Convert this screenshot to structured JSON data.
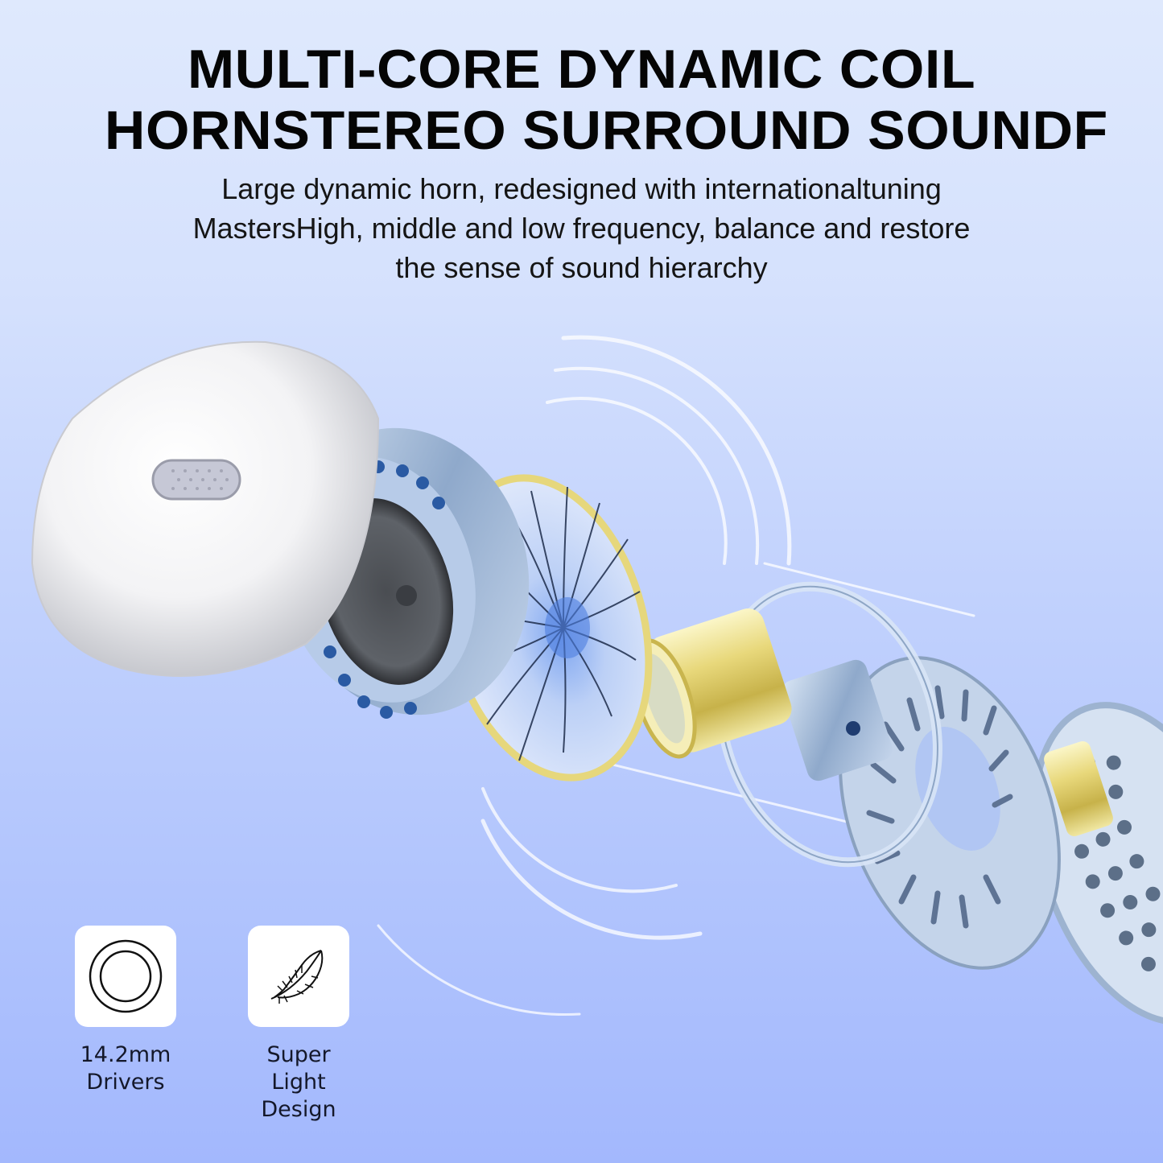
{
  "headline": {
    "line1": "MULTI-CORE DYNAMIC COIL",
    "line2": "HORNSTEREO SURROUND SOUNDF"
  },
  "subtext": {
    "line1": "Large dynamic horn, redesigned with internationaltuning",
    "line2": "MastersHigh, middle and low frequency, balance and restore",
    "line3": "the sense of sound hierarchy"
  },
  "illustration": {
    "subject": "exploded view of earbud driver components",
    "components": [
      "earbud-shell",
      "driver-housing",
      "diaphragm",
      "voice-coil-cylinder",
      "spacer-ring",
      "magnet-plate",
      "rear-grille"
    ],
    "colors": {
      "bg_top": "#dfe9fd",
      "bg_bottom": "#a3b8fd",
      "metal": "#9fb9d8",
      "gold": "#e6d780",
      "shell": "#f4f4f6"
    }
  },
  "features": [
    {
      "icon": "concentric-circles-icon",
      "label_line1": "14.2mm",
      "label_line2": "Drivers"
    },
    {
      "icon": "feather-icon",
      "label_line1": "Super Light",
      "label_line2": "Design"
    }
  ]
}
